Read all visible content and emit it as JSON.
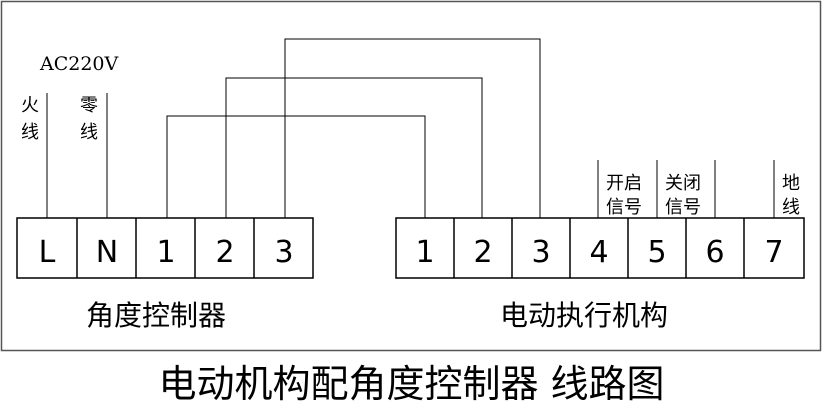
{
  "power_label": "AC220V",
  "wire_live": [
    "火",
    "线"
  ],
  "wire_neutral": [
    "零",
    "线"
  ],
  "controller_terminals": [
    "L",
    "N",
    "1",
    "2",
    "3"
  ],
  "actuator_terminals": [
    "1",
    "2",
    "3",
    "4",
    "5",
    "6",
    "7"
  ],
  "signal_open": [
    "开启",
    "信号"
  ],
  "signal_close": [
    "关闭",
    "信号"
  ],
  "ground": [
    "地",
    "线"
  ],
  "controller_label": "角度控制器",
  "actuator_label": "电动执行机构",
  "caption": "电动机构配角度控制器 线路图"
}
